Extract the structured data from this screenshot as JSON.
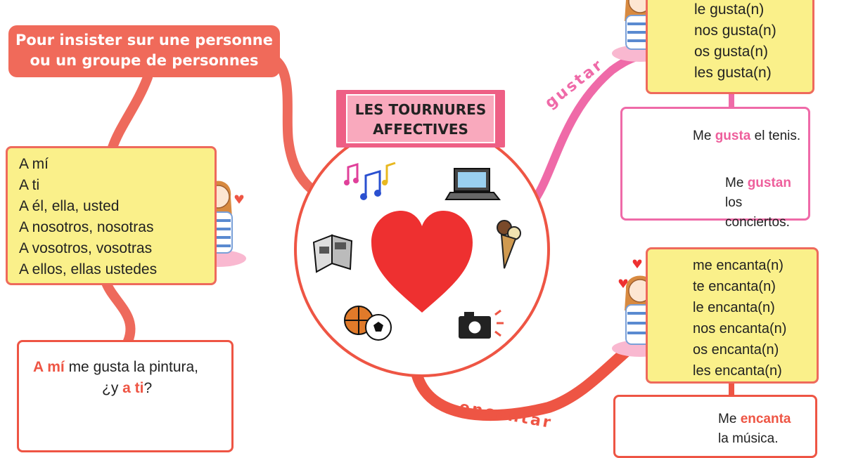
{
  "header": {
    "line1": "Pour insister sur une personne",
    "line2": "ou un groupe de personnes"
  },
  "title": {
    "line1": "LES TOURNURES",
    "line2": "AFFECTIVES"
  },
  "pronouns": [
    "A mí",
    "A ti",
    "A él, ella, usted",
    "A nosotros, nosotras",
    "A vosotros, vosotras",
    "A ellos, ellas ustedes"
  ],
  "example_left": {
    "hl1": "A mí",
    "text1": " me gusta la pintura,",
    "pre2": "¿y ",
    "hl2": "a ti",
    "post2": "?"
  },
  "gustar": {
    "label": "gustar",
    "forms": [
      "le gusta(n)",
      "nos gusta(n)",
      "os gusta(n)",
      "les gusta(n)"
    ],
    "ex1_pre": "Me ",
    "ex1_hl": "gusta",
    "ex1_post": " el tenis.",
    "ex2_pre": "Me ",
    "ex2_hl": "gustan",
    "ex2_line2": "los conciertos."
  },
  "encantar": {
    "label": "encantar",
    "forms": [
      "me encanta(n)",
      "te encanta(n)",
      "le encanta(n)",
      "nos encanta(n)",
      "os encanta(n)",
      "les encanta(n)"
    ],
    "ex_pre": "Me ",
    "ex_hl": "encanta",
    "ex_line2": "la música."
  },
  "colors": {
    "red": "#ee5544",
    "pink": "#ef6aa8",
    "yellow": "#faf08a",
    "heart": "#ee3030"
  }
}
